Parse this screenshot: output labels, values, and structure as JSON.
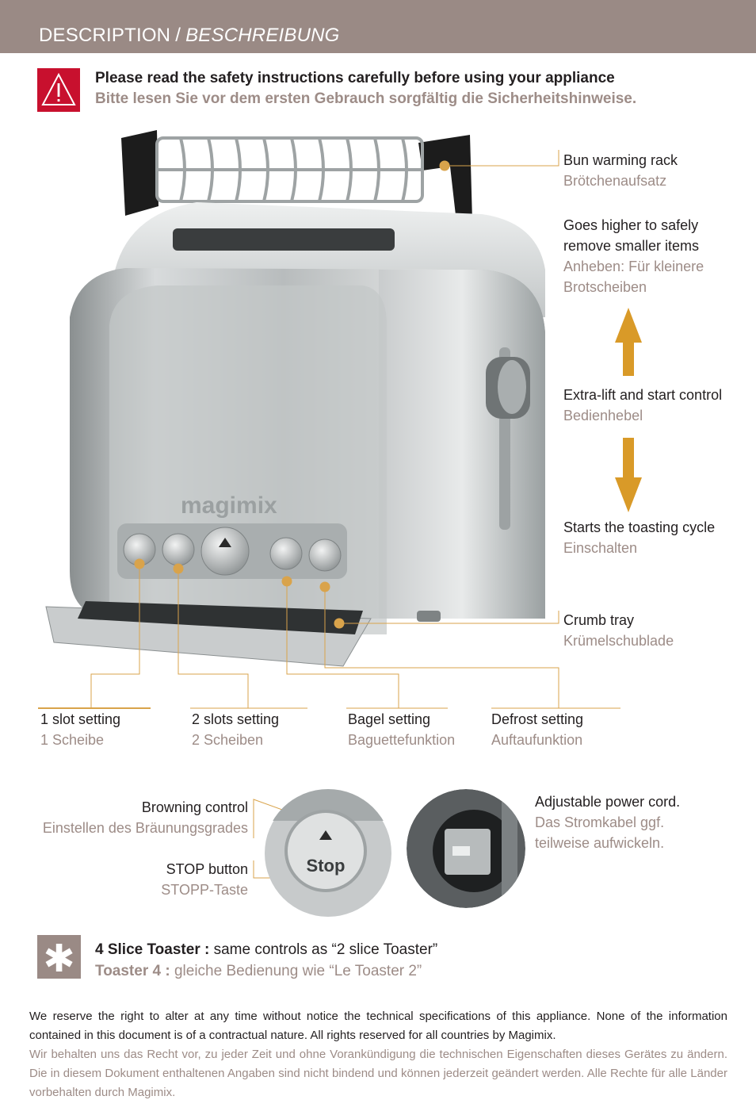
{
  "header": {
    "title_en": "DESCRIPTION",
    "separator": "/",
    "title_de": "BESCHREIBUNG"
  },
  "safety": {
    "icon": "warning-triangle-icon",
    "en": "Please read the safety instructions carefully before using your appliance",
    "de": "Bitte lesen Sie vor dem ersten Gebrauch sorgfältig die Sicherheitshinweise."
  },
  "labels": {
    "bun_rack": {
      "en": "Bun warming rack",
      "de": "Brötchenaufsatz"
    },
    "goes_higher": {
      "en1": "Goes higher to safely",
      "en2": "remove smaller items",
      "de1": "Anheben: Für kleinere",
      "de2": "Brotscheiben"
    },
    "extra_lift": {
      "en": "Extra-lift and start control",
      "de": "Bedienhebel"
    },
    "starts": {
      "en": "Starts the toasting cycle",
      "de": "Einschalten"
    },
    "crumb": {
      "en": "Crumb tray",
      "de": "Krümelschublade"
    },
    "slot1": {
      "en": "1 slot setting",
      "de": "1 Scheibe"
    },
    "slot2": {
      "en": "2 slots setting",
      "de": "2 Scheiben"
    },
    "bagel": {
      "en": "Bagel setting",
      "de": "Baguettefunktion"
    },
    "defrost": {
      "en": "Defrost setting",
      "de": "Auftaufunktion"
    },
    "browning": {
      "en": "Browning control",
      "de": "Einstellen des Bräunungsgrades"
    },
    "stop": {
      "en": "STOP button",
      "de": "STOPP-Taste"
    },
    "cord": {
      "en": "Adjustable power cord.",
      "de1": "Das Stromkabel ggf.",
      "de2": "teilweise aufwickeln."
    }
  },
  "product": {
    "brand": "magimix",
    "stop_label": "Stop"
  },
  "note": {
    "icon": "asterisk-icon",
    "en_bold": "4 Slice Toaster :",
    "en_rest": " same controls as “2 slice Toaster”",
    "de_bold": "Toaster 4  :",
    "de_rest": " gleiche Bedienung wie “Le Toaster 2”"
  },
  "footer": {
    "en": "We reserve the right to alter at any time without notice the technical specifications of this appliance. None of the information contained in this document is of a contractual nature. All rights reserved for all countries by Magimix.",
    "de": "Wir behalten uns das Recht vor, zu jeder Zeit und ohne Vorankündigung die technischen Eigenschaften dieses Gerätes zu ändern. Die in diesem Dokument enthaltenen Angaben sind nicht bindend und können jederzeit geändert werden. Alle Rechte für alle Länder vorbehalten durch Magimix."
  },
  "colors": {
    "header": "#9a8a85",
    "warning": "#c8102e",
    "accent_line": "#d9a34b",
    "arrow": "#d99a28",
    "german_text": "#9d8c87"
  }
}
